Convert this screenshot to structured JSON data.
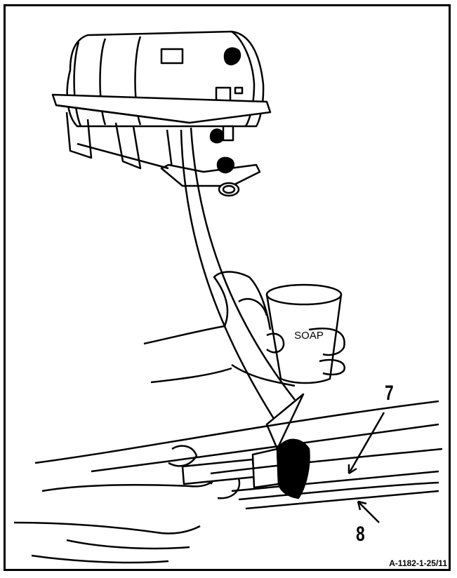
{
  "figure": {
    "callouts": {
      "item_7": "7",
      "item_8": "8"
    },
    "cup_label": "SOAP",
    "figure_id": "A-1182-1-25/11"
  },
  "colors": {
    "ink": "#000000",
    "paper": "#ffffff"
  }
}
